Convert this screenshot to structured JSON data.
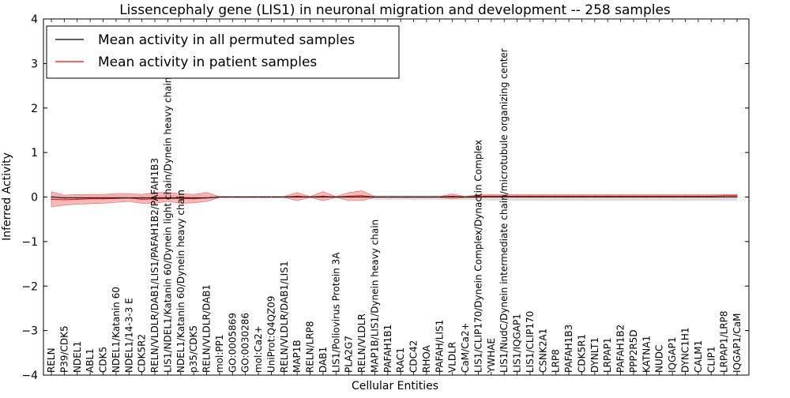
{
  "chart_data": {
    "type": "line",
    "title": "Lissencephaly gene (LIS1) in neuronal migration and development -- 258 samples",
    "xlabel": "Cellular Entities",
    "ylabel": "Inferred Activity",
    "ylim": [
      -4,
      4
    ],
    "yticks": [
      -4,
      -3,
      -2,
      -1,
      0,
      1,
      2,
      3,
      4
    ],
    "grid": false,
    "legend_position": "top-left",
    "colors": {
      "permuted": "#000000",
      "patient": "#ff0000",
      "patient_band": "#f4a0a0",
      "permuted_band": "#cccccc"
    },
    "categories": [
      "RELN",
      "P39/CDK5",
      "NDEL1",
      "ABL1",
      "CDK5",
      "NDEL1/Katanin 60",
      "NDEL1/14-3-3 E",
      "CDK5R2",
      "RELN/VLDLR/DAB1/LIS1/PAFAH1B2/PAFAH1B3",
      "LIS1/NDEL1/Katanin 60/Dynein light chain/Dynein heavy chain",
      "NDEL1/Katanin 60/Dynein heavy chain",
      "p35/CDK5",
      "RELN/VLDLR/DAB1",
      "mol:PP1",
      "GO:0005869",
      "GO:0030286",
      "mol:Ca2+",
      "UniProt:Q4QZ09",
      "RELN/VLDLR/DAB1/LIS1",
      "MAP1B",
      "RELN/LRP8",
      "DAB1",
      "LIS1/Poliovirus Protein 3A",
      "PLA2G7",
      "RELN/VLDLR",
      "MAP1B/LIS1/Dynein heavy chain",
      "PAFAH1B1",
      "RAC1",
      "CDC42",
      "RHOA",
      "PAFAH/LIS1",
      "VLDLR",
      "CaM/Ca2+",
      "LIS1/CLIP170/Dynein Complex/Dynactin Complex",
      "YWHAE",
      "LIS1/NudC/Dynein intermediate chain/microtubule organizing center",
      "LIS1/IQGAP1",
      "LIS1/CLIP170",
      "CSNK2A1",
      "LRP8",
      "PAFAH1B3",
      "CDK5R1",
      "DYNLT1",
      "LRPAP1",
      "PAFAH1B2",
      "PPP2R5D",
      "KATNA1",
      "NUDC",
      "IQGAP1",
      "DYNC1H1",
      "CALM1",
      "CLIP1",
      "LRPAP1/LRP8",
      "IQGAP1/CaM"
    ],
    "series": [
      {
        "name": "Mean activity in all permuted samples",
        "values": [
          0.0,
          -0.02,
          -0.02,
          -0.02,
          -0.02,
          -0.02,
          -0.02,
          -0.02,
          -0.02,
          -0.02,
          -0.02,
          -0.02,
          -0.02,
          0.0,
          0.0,
          0.0,
          0.0,
          0.0,
          0.0,
          0.0,
          0.0,
          0.0,
          0.0,
          0.0,
          0.0,
          0.0,
          0.0,
          0.0,
          0.0,
          0.0,
          0.0,
          0.0,
          0.0,
          0.0,
          0.0,
          0.0,
          0.0,
          0.0,
          0.0,
          0.0,
          0.0,
          0.0,
          0.0,
          0.0,
          0.0,
          0.0,
          0.0,
          0.0,
          0.0,
          0.0,
          0.0,
          0.0,
          0.0,
          0.0
        ],
        "band_lower": [
          -0.05,
          -0.05,
          -0.05,
          -0.05,
          -0.05,
          -0.05,
          -0.05,
          -0.05,
          -0.05,
          -0.05,
          -0.05,
          -0.05,
          -0.05,
          -0.02,
          -0.02,
          -0.02,
          -0.02,
          -0.02,
          -0.02,
          -0.02,
          -0.02,
          -0.02,
          -0.02,
          -0.02,
          -0.02,
          -0.06,
          -0.06,
          -0.06,
          -0.06,
          -0.06,
          -0.06,
          -0.06,
          -0.06,
          -0.06,
          -0.08,
          -0.08,
          -0.08,
          -0.08,
          -0.08,
          -0.08,
          -0.08,
          -0.08,
          -0.08,
          -0.08,
          -0.08,
          -0.08,
          -0.08,
          -0.08,
          -0.08,
          -0.08,
          -0.08,
          -0.08,
          -0.08,
          -0.08
        ],
        "band_upper": [
          0.05,
          0.05,
          0.05,
          0.05,
          0.05,
          0.05,
          0.05,
          0.05,
          0.05,
          0.05,
          0.05,
          0.05,
          0.05,
          0.02,
          0.02,
          0.02,
          0.02,
          0.02,
          0.02,
          0.02,
          0.02,
          0.02,
          0.02,
          0.02,
          0.02,
          0.04,
          0.04,
          0.04,
          0.04,
          0.04,
          0.04,
          0.04,
          0.04,
          0.04,
          0.06,
          0.06,
          0.06,
          0.06,
          0.06,
          0.06,
          0.06,
          0.06,
          0.06,
          0.06,
          0.06,
          0.06,
          0.06,
          0.06,
          0.06,
          0.06,
          0.06,
          0.06,
          0.06,
          0.06
        ]
      },
      {
        "name": "Mean activity in patient samples",
        "values": [
          -0.05,
          -0.06,
          -0.05,
          -0.04,
          -0.04,
          -0.03,
          -0.02,
          -0.05,
          -0.04,
          -0.03,
          -0.03,
          -0.04,
          -0.02,
          0.0,
          0.0,
          0.0,
          0.0,
          0.0,
          0.0,
          0.02,
          0.0,
          0.02,
          0.0,
          0.02,
          0.03,
          0.0,
          0.0,
          0.0,
          0.0,
          0.0,
          0.0,
          0.02,
          0.0,
          0.02,
          0.02,
          0.02,
          0.02,
          0.02,
          0.02,
          0.02,
          0.02,
          0.02,
          0.02,
          0.02,
          0.02,
          0.02,
          0.02,
          0.02,
          0.02,
          0.02,
          0.02,
          0.02,
          0.03,
          0.03
        ],
        "band_lower": [
          -0.22,
          -0.18,
          -0.16,
          -0.15,
          -0.14,
          -0.12,
          -0.1,
          -0.14,
          -0.14,
          -0.1,
          -0.14,
          -0.13,
          -0.1,
          -0.01,
          -0.01,
          -0.01,
          -0.01,
          -0.01,
          -0.01,
          -0.08,
          -0.01,
          -0.08,
          -0.01,
          -0.08,
          -0.08,
          -0.01,
          -0.01,
          -0.01,
          -0.01,
          -0.01,
          -0.01,
          -0.04,
          -0.01,
          -0.01,
          0.0,
          0.0,
          0.0,
          0.0,
          0.0,
          0.0,
          0.0,
          0.0,
          0.0,
          0.0,
          0.0,
          0.0,
          0.0,
          0.0,
          0.0,
          0.0,
          0.0,
          0.0,
          0.0,
          0.0
        ],
        "band_upper": [
          0.12,
          0.04,
          0.06,
          0.06,
          0.06,
          0.08,
          0.08,
          0.06,
          0.1,
          0.1,
          0.08,
          0.06,
          0.1,
          0.01,
          0.01,
          0.01,
          0.01,
          0.01,
          0.01,
          0.1,
          0.01,
          0.12,
          0.01,
          0.1,
          0.14,
          0.01,
          0.01,
          0.01,
          0.01,
          0.01,
          0.01,
          0.07,
          0.01,
          0.05,
          0.05,
          0.05,
          0.05,
          0.05,
          0.05,
          0.05,
          0.05,
          0.05,
          0.05,
          0.05,
          0.05,
          0.05,
          0.05,
          0.05,
          0.05,
          0.05,
          0.05,
          0.05,
          0.05,
          0.06
        ]
      }
    ]
  }
}
